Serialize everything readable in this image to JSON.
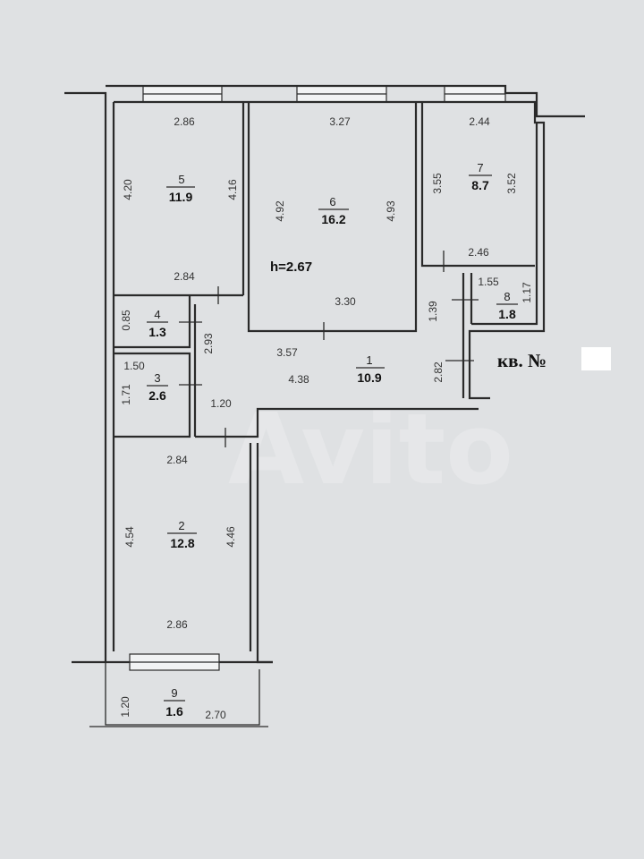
{
  "apartment_label": "кв. №",
  "ceiling_height": "h=2.67",
  "watermark": "Avito",
  "rooms": [
    {
      "number": "1",
      "area": "10.9"
    },
    {
      "number": "2",
      "area": "12.8"
    },
    {
      "number": "3",
      "area": "2.6"
    },
    {
      "number": "4",
      "area": "1.3"
    },
    {
      "number": "5",
      "area": "11.9"
    },
    {
      "number": "6",
      "area": "16.2"
    },
    {
      "number": "7",
      "area": "8.7"
    },
    {
      "number": "8",
      "area": "1.8"
    },
    {
      "number": "9",
      "area": "1.6"
    }
  ],
  "dimensions": {
    "r5_top": "2.86",
    "r5_left": "4.20",
    "r5_right": "4.16",
    "r5_bottom": "2.84",
    "r6_top": "3.27",
    "r6_left": "4.92",
    "r6_right": "4.93",
    "r6_bottom": "3.30",
    "r7_top": "2.44",
    "r7_left": "3.55",
    "r7_right": "3.52",
    "r7_bottom": "2.46",
    "r8_top": "1.55",
    "r8_left": "1.39",
    "r8_right": "1.17",
    "r4_left": "0.85",
    "r3_top": "1.50",
    "r3_left": "1.71",
    "hall_v": "2.93",
    "hall_a": "3.57",
    "hall_b": "4.38",
    "hall_w": "1.20",
    "hall_r": "2.82",
    "r2_top": "2.84",
    "r2_left": "4.54",
    "r2_right": "4.46",
    "r2_bottom": "2.86",
    "r9_left": "1.20",
    "r9_width": "2.70"
  }
}
